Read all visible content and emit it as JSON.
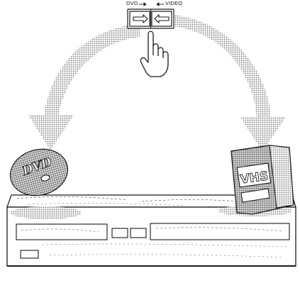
{
  "labels": {
    "dvd": "DVD",
    "video": "VIDEO"
  },
  "disc": {
    "logo_text": "DVD"
  },
  "tape": {
    "logo_text": "VHS"
  },
  "icons": [
    "arrow-right-icon",
    "arrow-left-icon",
    "pointing-hand-icon",
    "curved-arrow-left-icon",
    "curved-arrow-right-icon"
  ],
  "colors": {
    "line": "#1a1a1a",
    "halftone": "#9a9a9a",
    "background": "#ffffff"
  }
}
